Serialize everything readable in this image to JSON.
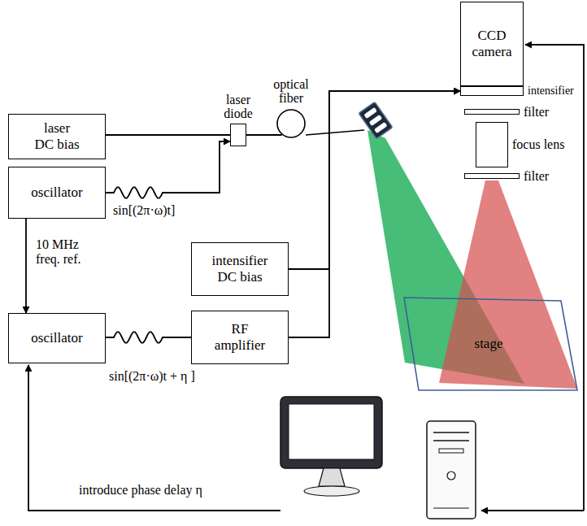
{
  "diagram": {
    "nodes": [
      {
        "text": [
          "laser DC bias"
        ]
      },
      {
        "text": [
          "laser diode"
        ]
      },
      {
        "text": [
          "optical fiber"
        ]
      },
      {
        "text": [
          "oscillator"
        ]
      },
      {
        "text": [
          "CCD camera"
        ]
      },
      {
        "text": [
          "intensifier"
        ]
      },
      {
        "text": [
          "filter"
        ]
      },
      {
        "text": [
          "focus lens"
        ]
      },
      {
        "text": [
          "filter"
        ]
      },
      {
        "text": [
          "stage"
        ]
      },
      {
        "text": [
          "intensifier DC bias"
        ]
      },
      {
        "text": [
          "oscillator"
        ]
      },
      {
        "text": [
          "RF amplifier"
        ]
      }
    ],
    "edges": [
      {
        "from": 0,
        "to": 1,
        "arrow": "none"
      },
      {
        "from": 3,
        "to": 1,
        "label": "sin[(2π·ω)t]",
        "arrow": "to"
      },
      {
        "from": 1,
        "to": 2,
        "arrow": "none"
      },
      {
        "from": 3,
        "to": 11,
        "label": "10 MHz freq. ref.",
        "arrow": "to"
      },
      {
        "from": 11,
        "to": 12,
        "label": "sin[(2π·ω)t + η ]",
        "arrow": "none"
      },
      {
        "from": 10,
        "to": 5,
        "arrow": "to"
      },
      {
        "from": 12,
        "to": 5,
        "arrow": "to"
      }
    ],
    "labels": [
      "introduce phase delay η"
    ]
  }
}
